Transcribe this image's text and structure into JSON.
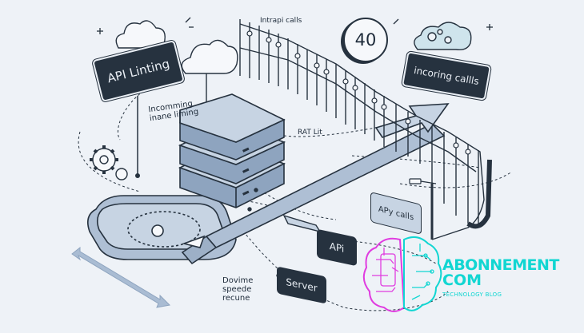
{
  "labels": {
    "api_limiting": "API Linting",
    "incoming_note_line1": "Incomming",
    "incoming_note_line2": "inane liming",
    "intrapi_calls": "Intrapi calls",
    "badge_number": "40",
    "incoming_calls": "incoring callls",
    "rat_lit": "RAT Lit",
    "api_calls": "APy calls",
    "api": "APi",
    "server": "Server",
    "device_line1": "Dovime",
    "device_line2": "speede",
    "device_line3": "recune"
  },
  "logo": {
    "name_line1": "ABONNEMENT",
    "name_line2": "COM",
    "tagline": "TECHNOLOGY BLOG"
  },
  "colors": {
    "background": "#eef2f7",
    "outline": "#26323f",
    "server_fill": "#a9bcd3",
    "platform_fill": "#aebfd4",
    "sign_fill": "#26323f",
    "logo_cyan": "#12d6d2",
    "logo_magenta": "#e03ce0"
  }
}
